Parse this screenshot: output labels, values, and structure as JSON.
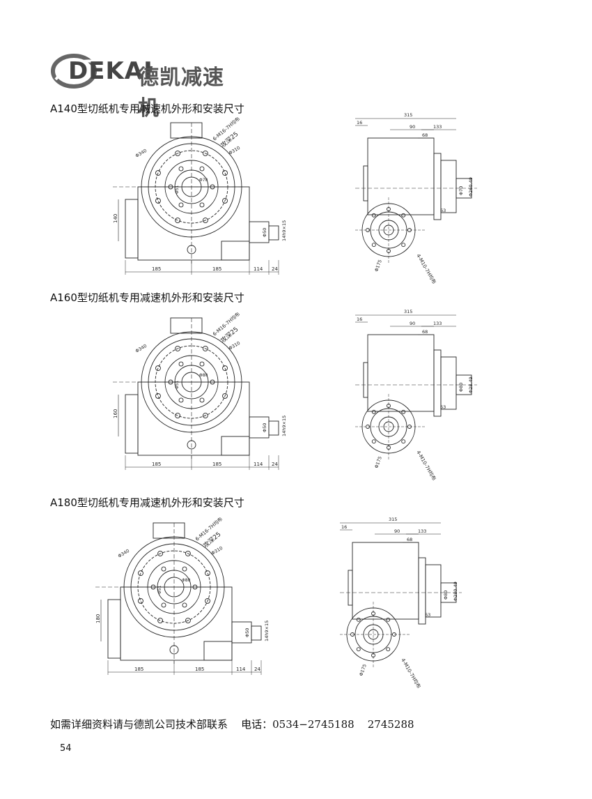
{
  "logo": {
    "brand": "DEKAI",
    "name_cn": "德凯减速机"
  },
  "sections": [
    {
      "title": "A140型切纸机专用减速机外形和安装尺寸",
      "front": {
        "dim_bottom": [
          "185",
          "185",
          "114",
          "24"
        ],
        "dim_left": "140",
        "shaft": "Φ50",
        "key": "14h9×15",
        "thread": "6-M16-7H均布",
        "depth": "攻深25",
        "d_outer": "Φ340",
        "d_pitch": "Φ310",
        "d_inner": "Φ70",
        "d_bore": "Φ51"
      },
      "side": {
        "top": [
          "315",
          "16",
          "90",
          "133",
          "68"
        ],
        "right": "63",
        "d_shaft": "Φ70",
        "d_flange": "Φ260.49",
        "d_bolt": "Φ175",
        "thread": "4-M10-7H均布"
      }
    },
    {
      "title": "A160型切纸机专用减速机外形和安装尺寸",
      "front": {
        "dim_bottom": [
          "185",
          "185",
          "114",
          "24"
        ],
        "dim_left": "160",
        "shaft": "Φ50",
        "key": "14h9×15",
        "thread": "6-M16-7H均布",
        "depth": "攻深25",
        "d_outer": "Φ340",
        "d_pitch": "Φ310",
        "d_inner": "Φ80",
        "d_bore": "Φ51"
      },
      "side": {
        "top": [
          "315",
          "16",
          "90",
          "133",
          "68"
        ],
        "right": "63",
        "d_shaft": "Φ80",
        "d_flange": "Φ28.49",
        "d_bolt": "Φ175",
        "thread": "4-M10-7H均布"
      }
    },
    {
      "title": "A180型切纸机专用减速机外形和安装尺寸",
      "front": {
        "dim_bottom": [
          "185",
          "185",
          "114",
          "24"
        ],
        "dim_left": "180",
        "shaft": "Φ50",
        "key": "14h9×15",
        "thread": "6-M16-7H均布",
        "depth": "攻深25",
        "d_outer": "Φ340",
        "d_pitch": "Φ310",
        "d_inner": "Φ80",
        "d_bore": "Φ51"
      },
      "side": {
        "top": [
          "315",
          "16",
          "90",
          "133",
          "68"
        ],
        "right": "63",
        "d_shaft": "Φ80",
        "d_flange": "Φ280.49",
        "d_bolt": "Φ175",
        "thread": "4-M10-7H均布"
      }
    }
  ],
  "footer": {
    "contact": "如需详细资料请与德凯公司技术部联系",
    "phone_label": "电话：",
    "phone": "0534−2745188",
    "phone2": "2745288"
  },
  "page_number": "54"
}
